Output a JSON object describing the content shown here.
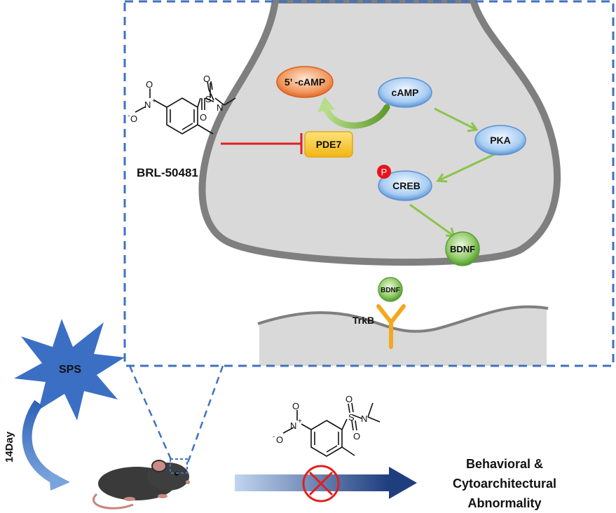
{
  "pathway": {
    "camp5": "5’ -cAMP",
    "camp": "cAMP",
    "pka": "PKA",
    "pde7": "PDE7",
    "creb": "CREB",
    "phospho": "P",
    "bdnf": "BDNF",
    "bdnf_bound": "BDNF",
    "trkb": "TrkB"
  },
  "drug": {
    "name": "BRL-50481",
    "atoms": {
      "nitrogen": "N",
      "oxygen": "O",
      "sulfur": "S",
      "plus": "+",
      "minus": "-"
    }
  },
  "stress": {
    "label": "SPS",
    "duration": "14Day"
  },
  "outcome": {
    "line1": "Behavioral &",
    "line2": "Cytoarchitectural",
    "line3": "Abnormality"
  },
  "colors": {
    "dashed_box": "#3f72bf",
    "inhibit": "#e0201f",
    "activate_arrow": "#8ac44a",
    "membrane": "#7f7f7f",
    "cytoplasm": "#d9d9d9",
    "blue_node": "#6fa6df",
    "orange_node": "#ef7b3a",
    "pde7_fill": "#f5c020",
    "bdnf_fill": "#6ab440",
    "trkb": "#f2a81f",
    "sps_star": "#3b6fc4",
    "treatment_arrow_start": "#bcd0ec",
    "treatment_arrow_end": "#1f3f80"
  }
}
